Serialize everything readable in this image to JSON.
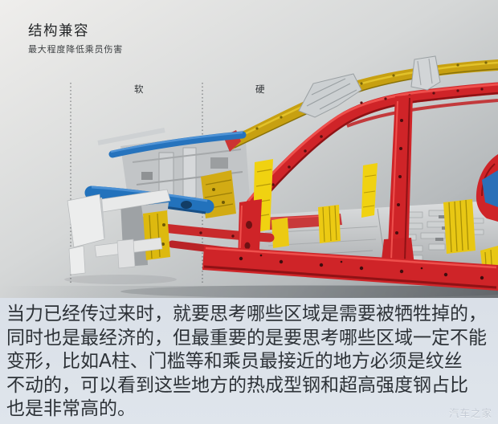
{
  "figure": {
    "title": "结构兼容",
    "subtitle": "最大程度降低乘员伤害",
    "zone_labels": {
      "soft": "软",
      "hard": "硬"
    },
    "illustration": "car body-in-white structure, front three-quarter view, color-coded steel strengths",
    "colors": {
      "body_red": "#cf2428",
      "roof_gold": "#c7a011",
      "reinforcement_yellow": "#f0d211",
      "front_rail_blue": "#2272bc",
      "crush_silver": "#e8e9e9",
      "photo_background_top": "#edecea",
      "photo_background_bottom": "#94999d"
    }
  },
  "caption": {
    "lines": [
      "当力已经传过来时，就要思考哪些区域是需要被牺牲掉的，",
      "同时也是最经济的，但最重要的是要思考哪些区域一定不能",
      "变形，比如A柱、门槛等和乘员最接近的地方必须是纹丝",
      "不动的，可以看到这些地方的热成型钢和超高强度钢占比",
      "也是非常高的。"
    ],
    "full_text": "当力已经传过来时，就要思考哪些区域是需要被牺牲掉的，同时也是最经济的，但最重要的是要思考哪些区域一定不能变形，比如A柱、门槛等和乘员最接近的地方必须是纹丝不动的，可以看到这些地方的热成型钢和超高强度钢占比也是非常高的。",
    "text_color": "#2d3237",
    "panel_color": "#dde3ea"
  },
  "watermark": "汽车之家"
}
